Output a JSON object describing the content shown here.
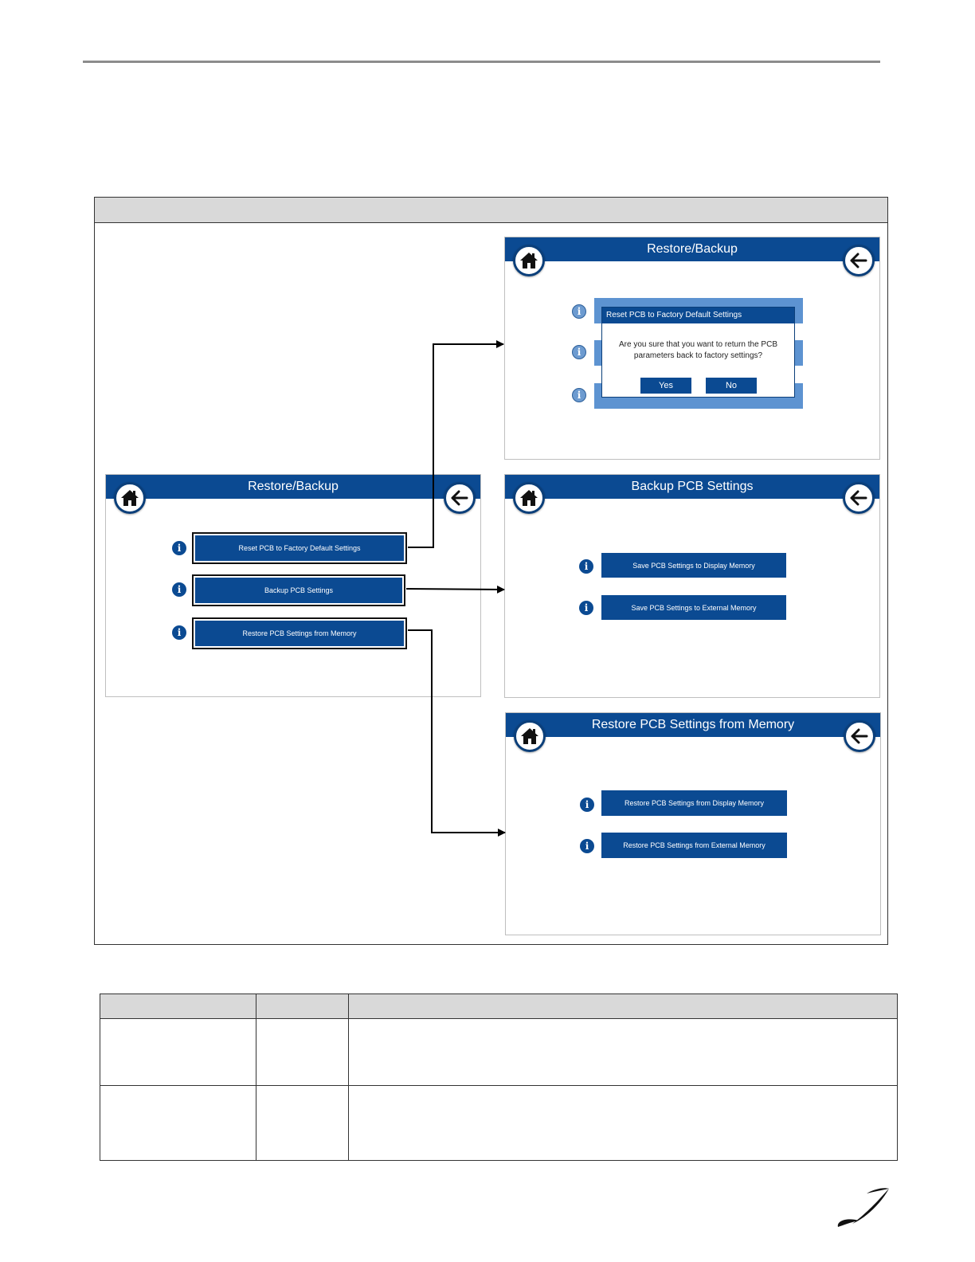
{
  "main_screen": {
    "title": "Restore/Backup",
    "buttons": [
      "Reset PCB to Factory Default Settings",
      "Backup PCB Settings",
      "Restore PCB Settings from Memory"
    ]
  },
  "reset_screen": {
    "title": "Restore/Backup",
    "dialog": {
      "title": "Reset PCB to Factory Default Settings",
      "message": "Are you sure that you want to return the PCB parameters back to factory settings?",
      "yes_label": "Yes",
      "no_label": "No"
    }
  },
  "backup_screen": {
    "title": "Backup PCB Settings",
    "buttons": [
      "Save PCB Settings to Display Memory",
      "Save PCB Settings to External Memory"
    ]
  },
  "restore_screen": {
    "title": "Restore PCB Settings from Memory",
    "buttons": [
      "Restore PCB Settings from Display Memory",
      "Restore PCB Settings from External Memory"
    ]
  },
  "icons": {
    "home": "home-icon",
    "back": "arrow-left-icon",
    "info": "info-icon",
    "info_glyph": "i"
  },
  "colors": {
    "header_blue": "#0b4a92",
    "dialog_backdrop": "#5d93d1",
    "table_header_gray": "#d9d9d9"
  }
}
